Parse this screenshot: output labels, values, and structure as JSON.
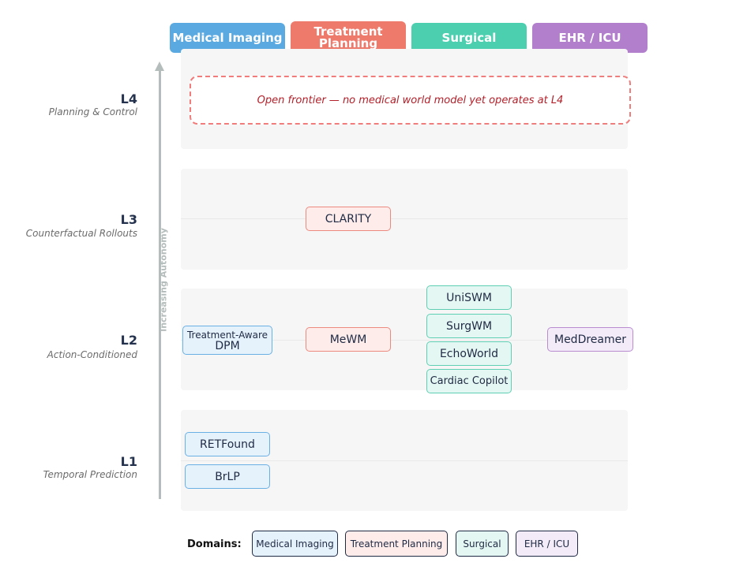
{
  "domains": {
    "medical_imaging": {
      "label": "Medical Imaging",
      "color": "#5aa9e0"
    },
    "treatment_planning": {
      "label": "Treatment\nPlanning",
      "color": "#ee7a6c"
    },
    "surgical": {
      "label": "Surgical",
      "color": "#4ccfaf"
    },
    "ehr_icu": {
      "label": "EHR / ICU",
      "color": "#b27fcd"
    }
  },
  "axis": {
    "label": "Increasing Autonomy"
  },
  "levels": {
    "l4": {
      "title": "L4",
      "subtitle": "Planning & Control"
    },
    "l3": {
      "title": "L3",
      "subtitle": "Counterfactual Rollouts"
    },
    "l2": {
      "title": "L2",
      "subtitle": "Action-Conditioned"
    },
    "l1": {
      "title": "L1",
      "subtitle": "Temporal Prediction"
    }
  },
  "frontier_note": "Open frontier — no medical world model yet operates at L4",
  "models": {
    "clarity": "CLARITY",
    "treatment_aware_dpm_line1": "Treatment-Aware",
    "treatment_aware_dpm_line2": "DPM",
    "mewm": "MeWM",
    "uniswm": "UniSWM",
    "surgwm": "SurgWM",
    "echoworld": "EchoWorld",
    "cardiac_copilot": "Cardiac Copilot",
    "meddreamer": "MedDreamer",
    "retfound": "RETFound",
    "brlp": "BrLP"
  },
  "legend": {
    "title": "Domains:",
    "items": [
      "Medical Imaging",
      "Treatment Planning",
      "Surgical",
      "EHR / ICU"
    ]
  }
}
